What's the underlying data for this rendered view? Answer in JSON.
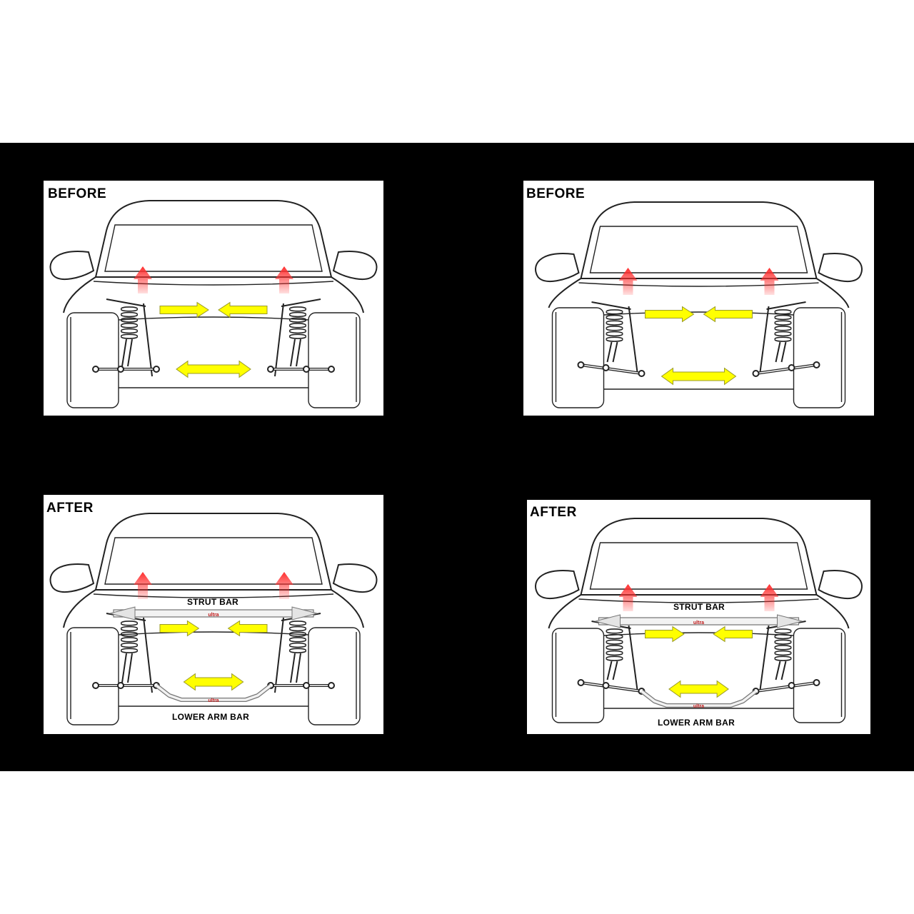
{
  "colors": {
    "background_band": "#000000",
    "panel": "#ffffff",
    "outline": "#222222",
    "lift_arrow": "#ff2e2e",
    "force_arrow": "#ffff00",
    "force_arrow_stroke": "#9a9a2a",
    "brace": "#f2f2f2"
  },
  "panels": [
    {
      "title": "BEFORE",
      "variant": "before",
      "arm_angle": "level"
    },
    {
      "title": "BEFORE",
      "variant": "before",
      "arm_angle": "angled"
    },
    {
      "title": "AFTER",
      "variant": "after",
      "arm_angle": "level",
      "strut_bar_label": "STRUT BAR",
      "lower_bar_label": "LOWER ARM BAR"
    },
    {
      "title": "AFTER",
      "variant": "after",
      "arm_angle": "angled",
      "strut_bar_label": "STRUT BAR",
      "lower_bar_label": "LOWER ARM BAR"
    }
  ]
}
